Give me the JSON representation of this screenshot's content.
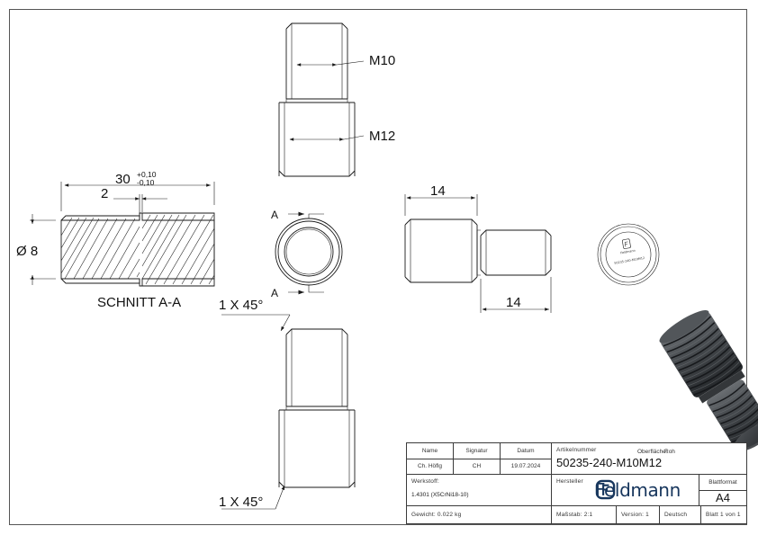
{
  "sheet": {
    "format": "A4",
    "format_label": "Blattformat"
  },
  "views": {
    "front_top": {
      "dim_m10": "M10",
      "dim_m12": "M12"
    },
    "section": {
      "label": "SCHNITT A-A",
      "length": "30",
      "tol_plus": "+0,10",
      "tol_minus": "-0,10",
      "groove": "2",
      "diameter": "Ø 8"
    },
    "end_view": {
      "arrow_top": "A",
      "arrow_bottom": "A"
    },
    "side_view": {
      "dim_top": "14",
      "dim_bottom": "14"
    },
    "chamfer_view": {
      "note_top": "1 X 45°",
      "note_bottom": "1 X 45°"
    },
    "face_view": {
      "engrave_brand": "Feldmann",
      "engrave_article": "50235-240-M10M12"
    }
  },
  "titleblock": {
    "col_name": "Name",
    "col_signature": "Signatur",
    "col_date": "Datum",
    "val_name": "Ch. Höflg",
    "val_signature": "CH",
    "val_date": "19.07.2024",
    "article_label": "Artikelnummer",
    "article_value": "50235-240-M10M12",
    "surface_label": "Oberfläche:",
    "surface_value": "Roh",
    "material_label": "Werkstoff:",
    "material_value": "1.4301 (X5CrNi18-10)",
    "manufacturer_label": "Hersteller",
    "brand": "Feldmann",
    "weight": "Gewicht: 0.022 kg",
    "scale": "Maßstab: 2:1",
    "version": "Version: 1",
    "language": "Deutsch",
    "sheet_count": "Blatt 1 von 1"
  },
  "colors": {
    "brand": "#17365d",
    "line": "#1a1a1a",
    "render_body": "#3f4245",
    "render_dark": "#2a2d30"
  }
}
